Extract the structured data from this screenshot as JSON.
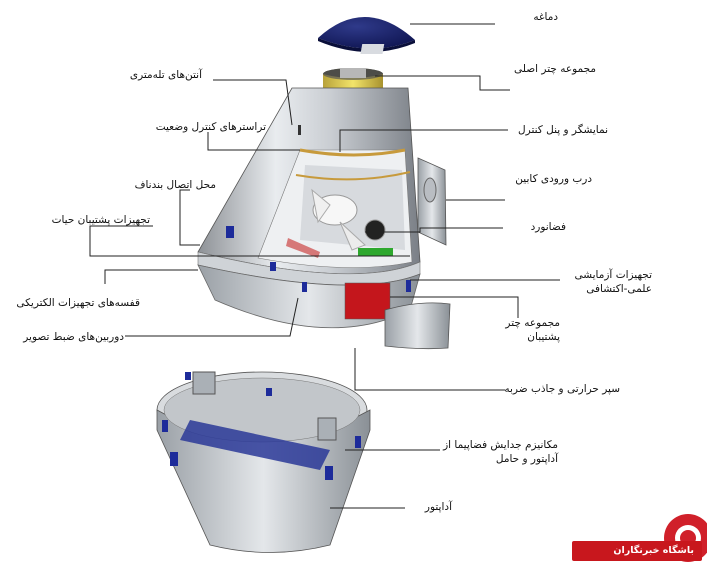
{
  "labels": {
    "dome": "دماغه",
    "main_parachute": "مجموعه چتر اصلی",
    "telemetry_antennas": "آنتن‌های تله‌متری",
    "control_panel": "نمایشگر و پنل کنترل",
    "attitude_thrusters": "تراسترهای کنترل وضعیت",
    "cabin_door": "درب ورودی کابین",
    "umbilical": "محل اتصال بندناف",
    "life_support": "تجهیزات پشتیبان حیات",
    "astronaut": "فضانورد",
    "science_equipment": "تجهیزات آزمایشی علمی-اکتشافی",
    "electrical_racks": "قفسه‌های تجهیزات الکتریکی",
    "backup_parachute": "مجموعه چتر پشتیبان",
    "cameras": "دوربین‌های ضبط تصویر",
    "heat_shield": "سپر حرارتی و جاذب ضربه",
    "separation_mechanism": "مکانیزم جدایش فضاپیما از آداپتور و حامل",
    "adapter": "آداپتور"
  },
  "logo": "باشگاه خبرنگاران"
}
